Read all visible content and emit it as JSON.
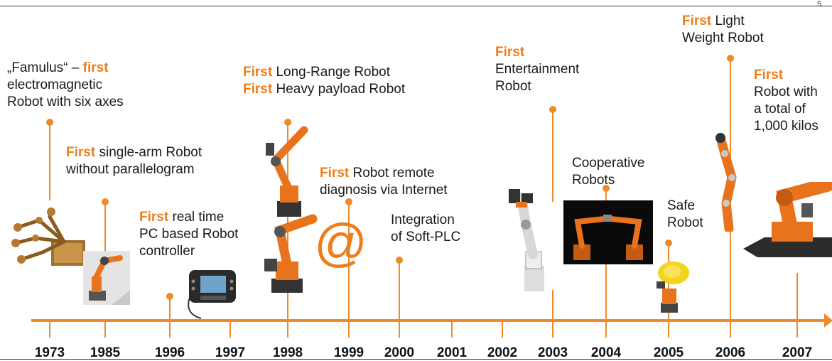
{
  "header": {
    "corner_text": "5"
  },
  "timeline": {
    "years": [
      "1973",
      "1985",
      "1996",
      "1997",
      "1998",
      "1999",
      "2000",
      "2001",
      "2002",
      "2003",
      "2004",
      "2005",
      "2006",
      "2007"
    ]
  },
  "milestones": {
    "m1973": {
      "prefix": "„Famulus“ – ",
      "first": "first",
      "line2": "electromagnetic",
      "line3": "Robot with six axes"
    },
    "m1985": {
      "first": "First",
      "line1": " single-arm Robot",
      "line2": "without parallelogram"
    },
    "m1996": {
      "first": "First",
      "line1": " real time",
      "line2": "PC based Robot",
      "line3": "controller"
    },
    "m1998": {
      "first_a": "First",
      "line1": " Long-Range Robot",
      "first_b": "First",
      "line2": " Heavy payload Robot"
    },
    "m1999": {
      "first": "First",
      "line1": " Robot remote",
      "line2": "diagnosis via Internet",
      "icon_text": "@"
    },
    "m2000": {
      "line1": "Integration",
      "line2": "of Soft-PLC"
    },
    "m2003": {
      "first": "First",
      "line2": "Entertainment",
      "line3": "Robot"
    },
    "m2004": {
      "line1": "Cooperative",
      "line2": "Robots"
    },
    "m2005": {
      "line1": "Safe",
      "line2": "Robot"
    },
    "m2006": {
      "first": "First",
      "line1": " Light",
      "line2": "Weight Robot"
    },
    "m2007": {
      "first": "First",
      "line2": "Robot with",
      "line3": "a total of",
      "line4": "1,000 kilos"
    }
  },
  "colors": {
    "accent": "#ef8a2b",
    "first_text": "#ef7d1a",
    "robot_orange": "#e8731c",
    "text": "#1a1a1a"
  }
}
